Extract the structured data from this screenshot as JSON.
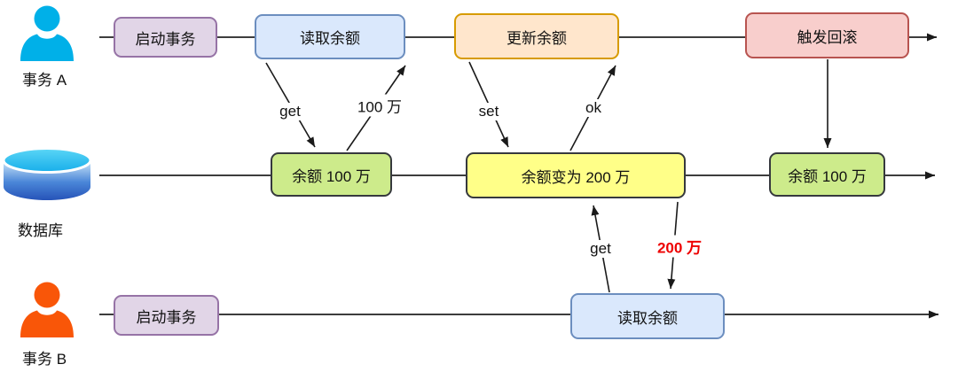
{
  "actors": {
    "a": "事务 A",
    "db": "数据库",
    "b": "事务 B"
  },
  "nodes": {
    "a_start": "启动事务",
    "a_read": "读取余额",
    "a_update": "更新余额",
    "a_rollback": "触发回滚",
    "db_state1": "余额 100 万",
    "db_state2": "余额变为 200 万",
    "db_state3": "余额 100 万",
    "b_start": "启动事务",
    "b_read": "读取余额"
  },
  "edges": {
    "a_get": "get",
    "a_result": "100 万",
    "a_set": "set",
    "a_ok": "ok",
    "b_get": "get",
    "b_result": "200 万"
  },
  "icons": {
    "a": "person-icon",
    "db": "database-icon",
    "b": "person-icon"
  },
  "colors": {
    "purple_fill": "#e1d5e7",
    "purple_stroke": "#9673a6",
    "blue_fill": "#dae8fc",
    "blue_stroke": "#6c8ebf",
    "orange_fill": "#ffe6cc",
    "orange_stroke": "#d79b00",
    "red_fill": "#f8cecc",
    "red_stroke": "#b85450",
    "green_fill": "#cdeb8b",
    "green_stroke": "#36393d",
    "yellow_fill": "#ffff88",
    "yellow_stroke": "#36393d",
    "line": "#3d3d3d",
    "arrow": "#1a1a1a",
    "person_a": "#00b0e8",
    "person_b": "#f95608",
    "highlight_red": "#ee0000"
  }
}
